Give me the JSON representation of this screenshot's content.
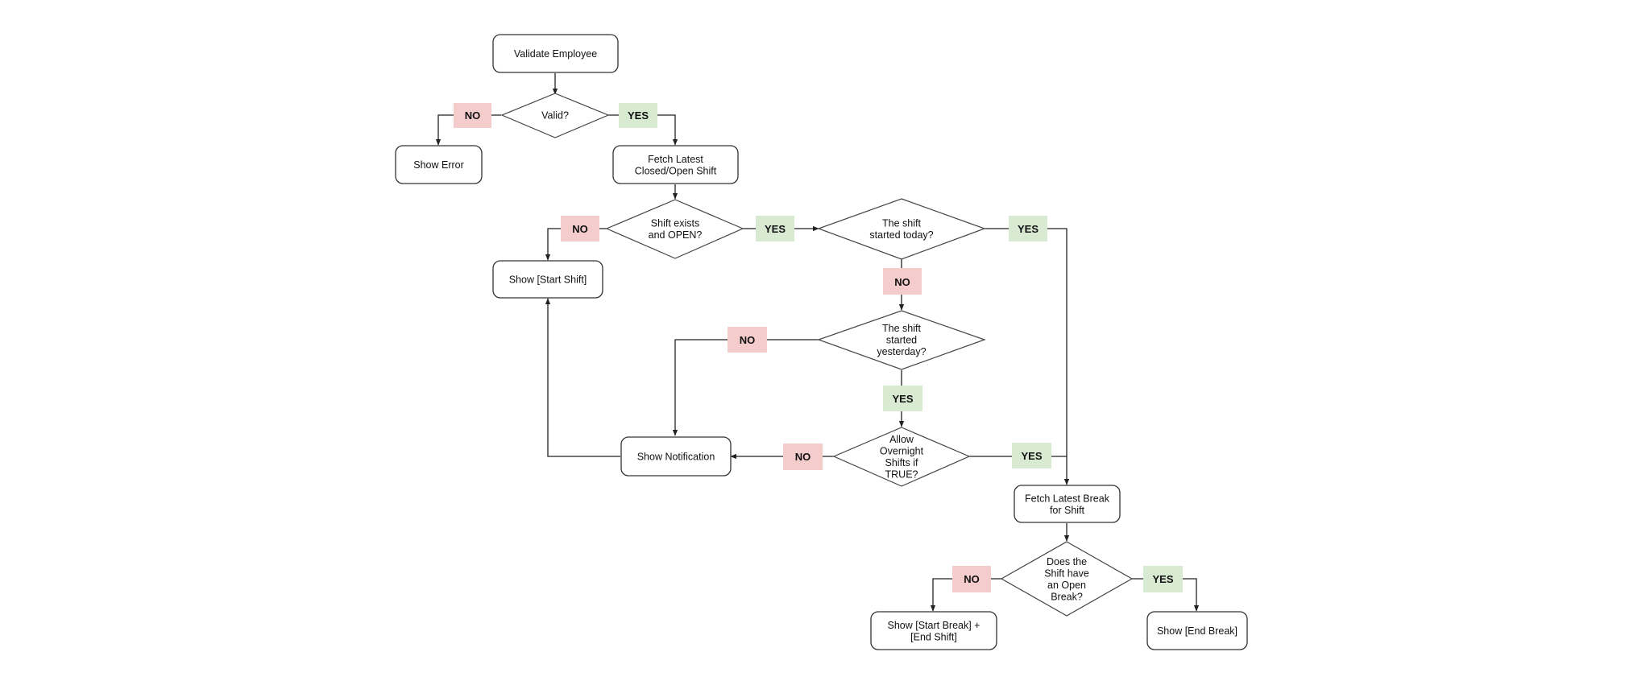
{
  "colors": {
    "yes_fill": "#d9ead3",
    "no_fill": "#f4cccc",
    "stroke": "#333333"
  },
  "badges": {
    "yes": "YES",
    "no": "NO"
  },
  "nodes": {
    "validate_employee": [
      "Validate Employee"
    ],
    "valid": [
      "Valid?"
    ],
    "show_error": [
      "Show Error"
    ],
    "fetch_shift": [
      "Fetch Latest",
      "Closed/Open Shift"
    ],
    "shift_open": [
      "Shift exists",
      "and OPEN?"
    ],
    "show_start_shift": [
      "Show [Start Shift]"
    ],
    "started_today": [
      "The shift",
      "started today?"
    ],
    "started_yesterday": [
      "The shift",
      "started",
      "yesterday?"
    ],
    "allow_overnight": [
      "Allow",
      "Overnight",
      "Shifts if",
      "TRUE?"
    ],
    "show_notification": [
      "Show Notification"
    ],
    "fetch_break": [
      "Fetch Latest Break",
      "for Shift"
    ],
    "open_break": [
      "Does the",
      "Shift have",
      "an Open",
      "Break?"
    ],
    "show_start_break": [
      "Show [Start Break] +",
      "[End Shift]"
    ],
    "show_end_break": [
      "Show [End Break]"
    ]
  }
}
